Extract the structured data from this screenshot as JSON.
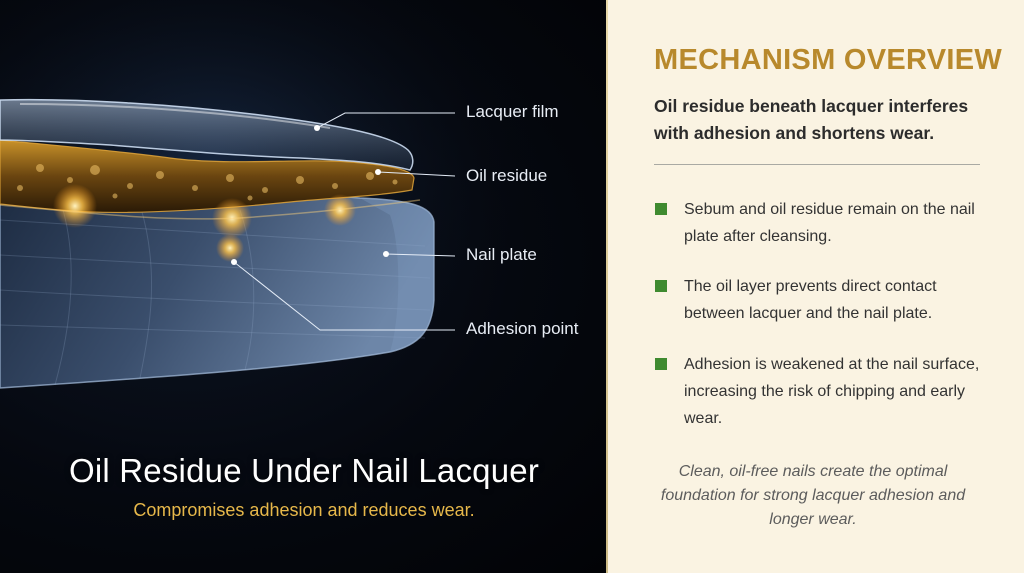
{
  "diagram": {
    "labels": {
      "lacquer_film": "Lacquer film",
      "oil_residue": "Oil residue",
      "nail_plate": "Nail plate",
      "adhesion_point": "Adhesion point"
    },
    "title": "Oil Residue Under Nail Lacquer",
    "subtitle": "Compromises adhesion and reduces wear.",
    "colors": {
      "background": "#04070d",
      "nail_plate": "#8fa8c8",
      "oil_layer": "#b07a20",
      "glow": "#ffc44a",
      "subtitle": "#e7b84a"
    }
  },
  "overview": {
    "heading": "MECHANISM OVERVIEW",
    "intro": "Oil residue beneath lacquer interferes with adhesion and shortens wear.",
    "bullets": [
      "Sebum and oil residue remain on the nail plate after cleansing.",
      "The oil layer prevents direct contact between lacquer and the nail plate.",
      "Adhesion is weakened at the nail surface, increasing the risk of chipping and early wear."
    ],
    "closing": "Clean, oil-free nails create the optimal foundation for strong lacquer adhesion and longer wear.",
    "colors": {
      "background": "#faf3e2",
      "heading": "#b8892c",
      "bullet_marker": "#3f8a2f"
    }
  }
}
